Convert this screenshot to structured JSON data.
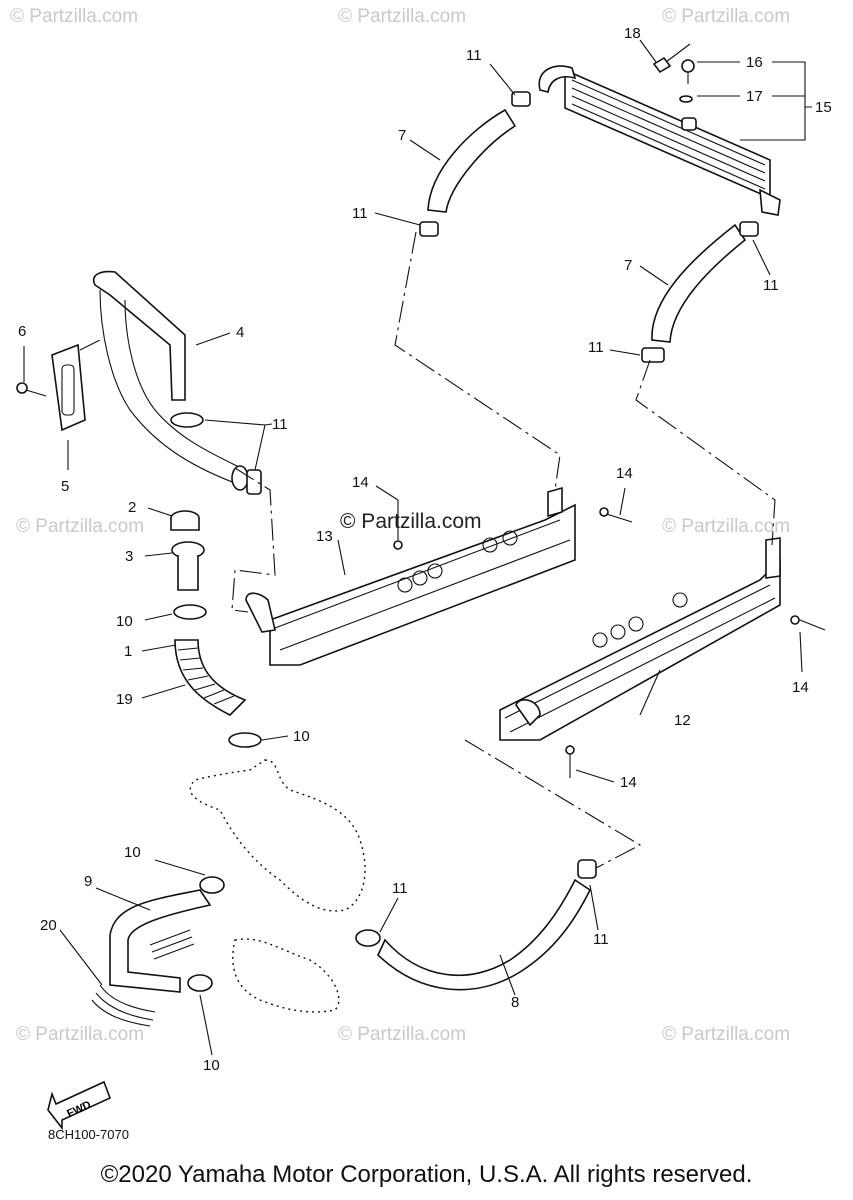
{
  "watermark": {
    "text": "© Partzilla.com",
    "center_text": "© Partzilla.com"
  },
  "callouts": [
    {
      "id": "c18",
      "label": "18"
    },
    {
      "id": "c16",
      "label": "16"
    },
    {
      "id": "c17",
      "label": "17"
    },
    {
      "id": "c15",
      "label": "15"
    },
    {
      "id": "c11a",
      "label": "11"
    },
    {
      "id": "c7a",
      "label": "7"
    },
    {
      "id": "c11b",
      "label": "11"
    },
    {
      "id": "c7b",
      "label": "7"
    },
    {
      "id": "c11c",
      "label": "11"
    },
    {
      "id": "c11d",
      "label": "11"
    },
    {
      "id": "c6",
      "label": "6"
    },
    {
      "id": "c4",
      "label": "4"
    },
    {
      "id": "c5",
      "label": "5"
    },
    {
      "id": "c11e",
      "label": "11"
    },
    {
      "id": "c2",
      "label": "2"
    },
    {
      "id": "c3",
      "label": "3"
    },
    {
      "id": "c14a",
      "label": "14"
    },
    {
      "id": "c13",
      "label": "13"
    },
    {
      "id": "c14b",
      "label": "14"
    },
    {
      "id": "c10a",
      "label": "10"
    },
    {
      "id": "c1",
      "label": "1"
    },
    {
      "id": "c19",
      "label": "19"
    },
    {
      "id": "c10b",
      "label": "10"
    },
    {
      "id": "c12",
      "label": "12"
    },
    {
      "id": "c14c",
      "label": "14"
    },
    {
      "id": "c14d",
      "label": "14"
    },
    {
      "id": "c10c",
      "label": "10"
    },
    {
      "id": "c9",
      "label": "9"
    },
    {
      "id": "c20",
      "label": "20"
    },
    {
      "id": "c11f",
      "label": "11"
    },
    {
      "id": "c11g",
      "label": "11"
    },
    {
      "id": "c8",
      "label": "8"
    },
    {
      "id": "c10d",
      "label": "10"
    }
  ],
  "fwd_label": "FWD",
  "diagram_code": "8CH100-7070",
  "copyright": "©2020 Yamaha Motor Corporation, U.S.A. All rights reserved."
}
